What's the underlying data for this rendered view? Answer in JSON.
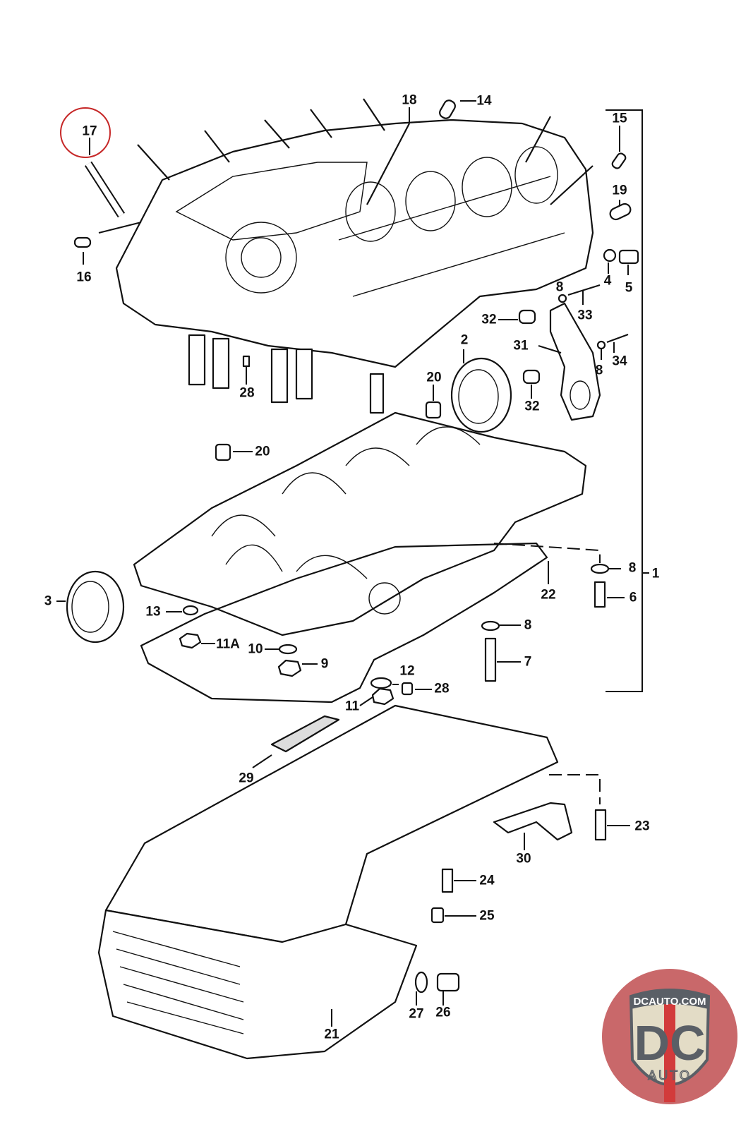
{
  "diagram": {
    "title": "Engine crankcase exploded parts diagram",
    "highlighted_part": "17",
    "highlight_color": "#c62828",
    "callouts": [
      {
        "id": "c17",
        "text": "17"
      },
      {
        "id": "c16",
        "text": "16"
      },
      {
        "id": "c18",
        "text": "18"
      },
      {
        "id": "c14",
        "text": "14"
      },
      {
        "id": "c15",
        "text": "15"
      },
      {
        "id": "c19",
        "text": "19"
      },
      {
        "id": "c4",
        "text": "4"
      },
      {
        "id": "c5",
        "text": "5"
      },
      {
        "id": "c8a",
        "text": "8"
      },
      {
        "id": "c33",
        "text": "33"
      },
      {
        "id": "c32a",
        "text": "32"
      },
      {
        "id": "c31",
        "text": "31"
      },
      {
        "id": "c8b",
        "text": "8"
      },
      {
        "id": "c34",
        "text": "34"
      },
      {
        "id": "c32b",
        "text": "32"
      },
      {
        "id": "c2",
        "text": "2"
      },
      {
        "id": "c20a",
        "text": "20"
      },
      {
        "id": "c28a",
        "text": "28"
      },
      {
        "id": "c20b",
        "text": "20"
      },
      {
        "id": "c8c",
        "text": "8"
      },
      {
        "id": "c1",
        "text": "1"
      },
      {
        "id": "c6",
        "text": "6"
      },
      {
        "id": "c22",
        "text": "22"
      },
      {
        "id": "c3",
        "text": "3"
      },
      {
        "id": "c13",
        "text": "13"
      },
      {
        "id": "c11A",
        "text": "11A"
      },
      {
        "id": "c10",
        "text": "10"
      },
      {
        "id": "c9",
        "text": "9"
      },
      {
        "id": "c8d",
        "text": "8"
      },
      {
        "id": "c7",
        "text": "7"
      },
      {
        "id": "c12",
        "text": "12"
      },
      {
        "id": "c28b",
        "text": "28"
      },
      {
        "id": "c11",
        "text": "11"
      },
      {
        "id": "c29",
        "text": "29"
      },
      {
        "id": "c23",
        "text": "23"
      },
      {
        "id": "c30",
        "text": "30"
      },
      {
        "id": "c24",
        "text": "24"
      },
      {
        "id": "c25",
        "text": "25"
      },
      {
        "id": "c27",
        "text": "27"
      },
      {
        "id": "c26",
        "text": "26"
      },
      {
        "id": "c21",
        "text": "21"
      }
    ]
  },
  "watermark": {
    "top_text": "DCAUTO.COM",
    "mark_text": "DC",
    "sub_text": "AUTO",
    "colors": {
      "ring": "#c9686a",
      "shield": "#e3dcc6",
      "letters": "#5a5f66",
      "stripe": "#d23b3b"
    }
  }
}
